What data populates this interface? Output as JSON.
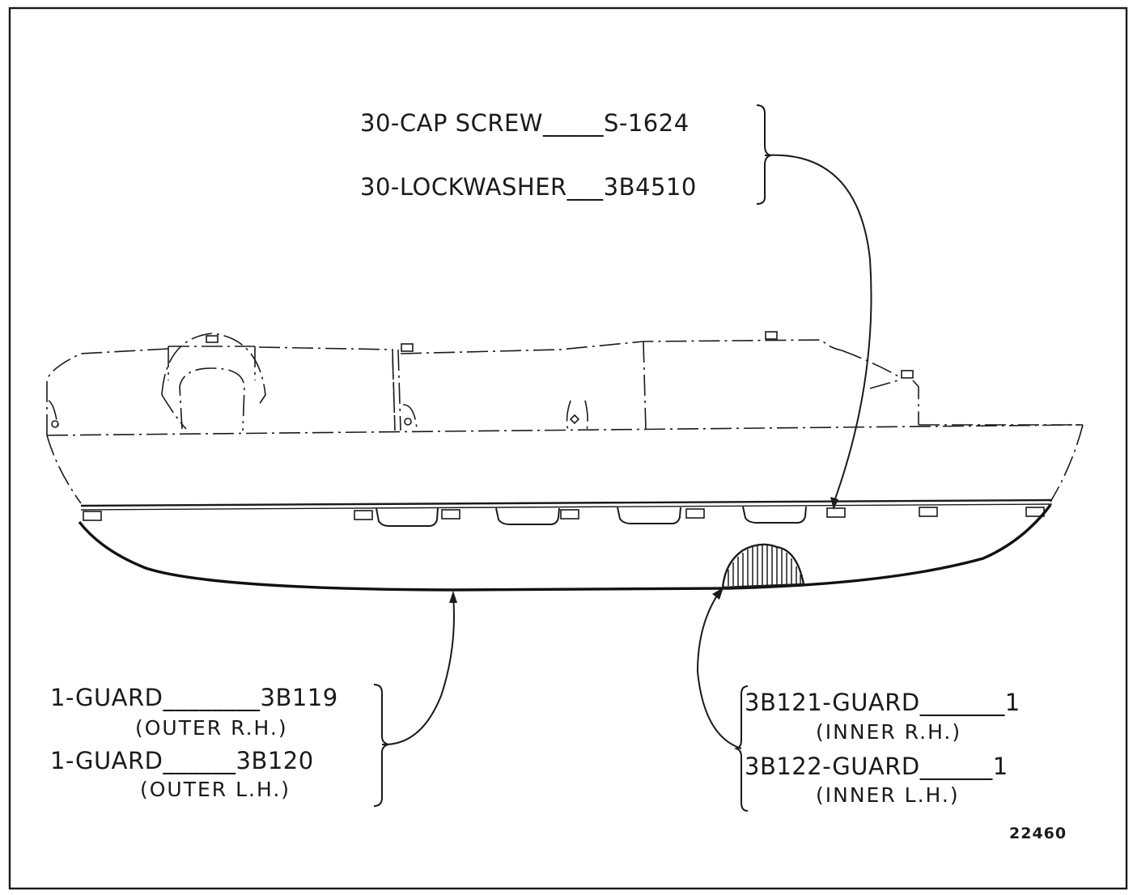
{
  "callouts": {
    "cap_screw": "30-CAP SCREW_____S-1624",
    "lockwasher": "30-LOCKWASHER___3B4510",
    "outer_rh": {
      "line": "1-GUARD________3B119",
      "sub": "(OUTER R.H.)"
    },
    "outer_lh": {
      "line": "1-GUARD______3B120",
      "sub": "(OUTER L.H.)"
    },
    "inner_rh": {
      "line": "3B121-GUARD_______1",
      "sub": "(INNER R.H.)"
    },
    "inner_lh": {
      "line": "3B122-GUARD______1",
      "sub": "(INNER L.H.)"
    }
  },
  "figure_number": "22460",
  "colors": {
    "ink": "#1a1a1a",
    "paper": "#ffffff"
  }
}
